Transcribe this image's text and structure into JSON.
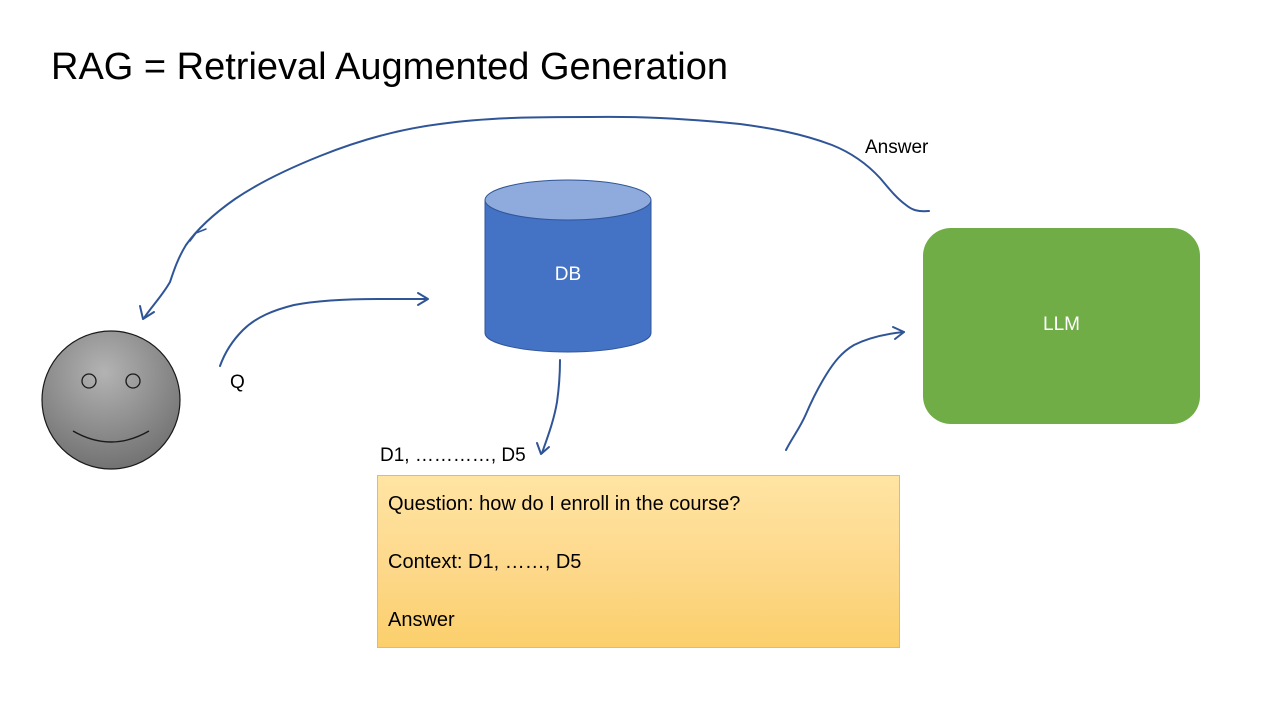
{
  "title": "RAG = Retrieval Augmented Generation",
  "labels": {
    "answer": "Answer",
    "query": "Q",
    "documents": "D1, …………, D5"
  },
  "nodes": {
    "user": {
      "icon": "smiley-face-icon"
    },
    "db": {
      "label": "DB"
    },
    "llm": {
      "label": "LLM"
    }
  },
  "prompt": {
    "lines": [
      "Question: how do I enroll in the course?",
      "Context: D1, ……, D5",
      "Answer"
    ]
  },
  "colors": {
    "arrow": "#2f5597",
    "db_body": "#4472c4",
    "db_top": "#8faadc",
    "llm": "#70ad47",
    "prompt_box": "#fdd88a",
    "prompt_border": "#e6c23a",
    "face": "#8c8c8c"
  }
}
